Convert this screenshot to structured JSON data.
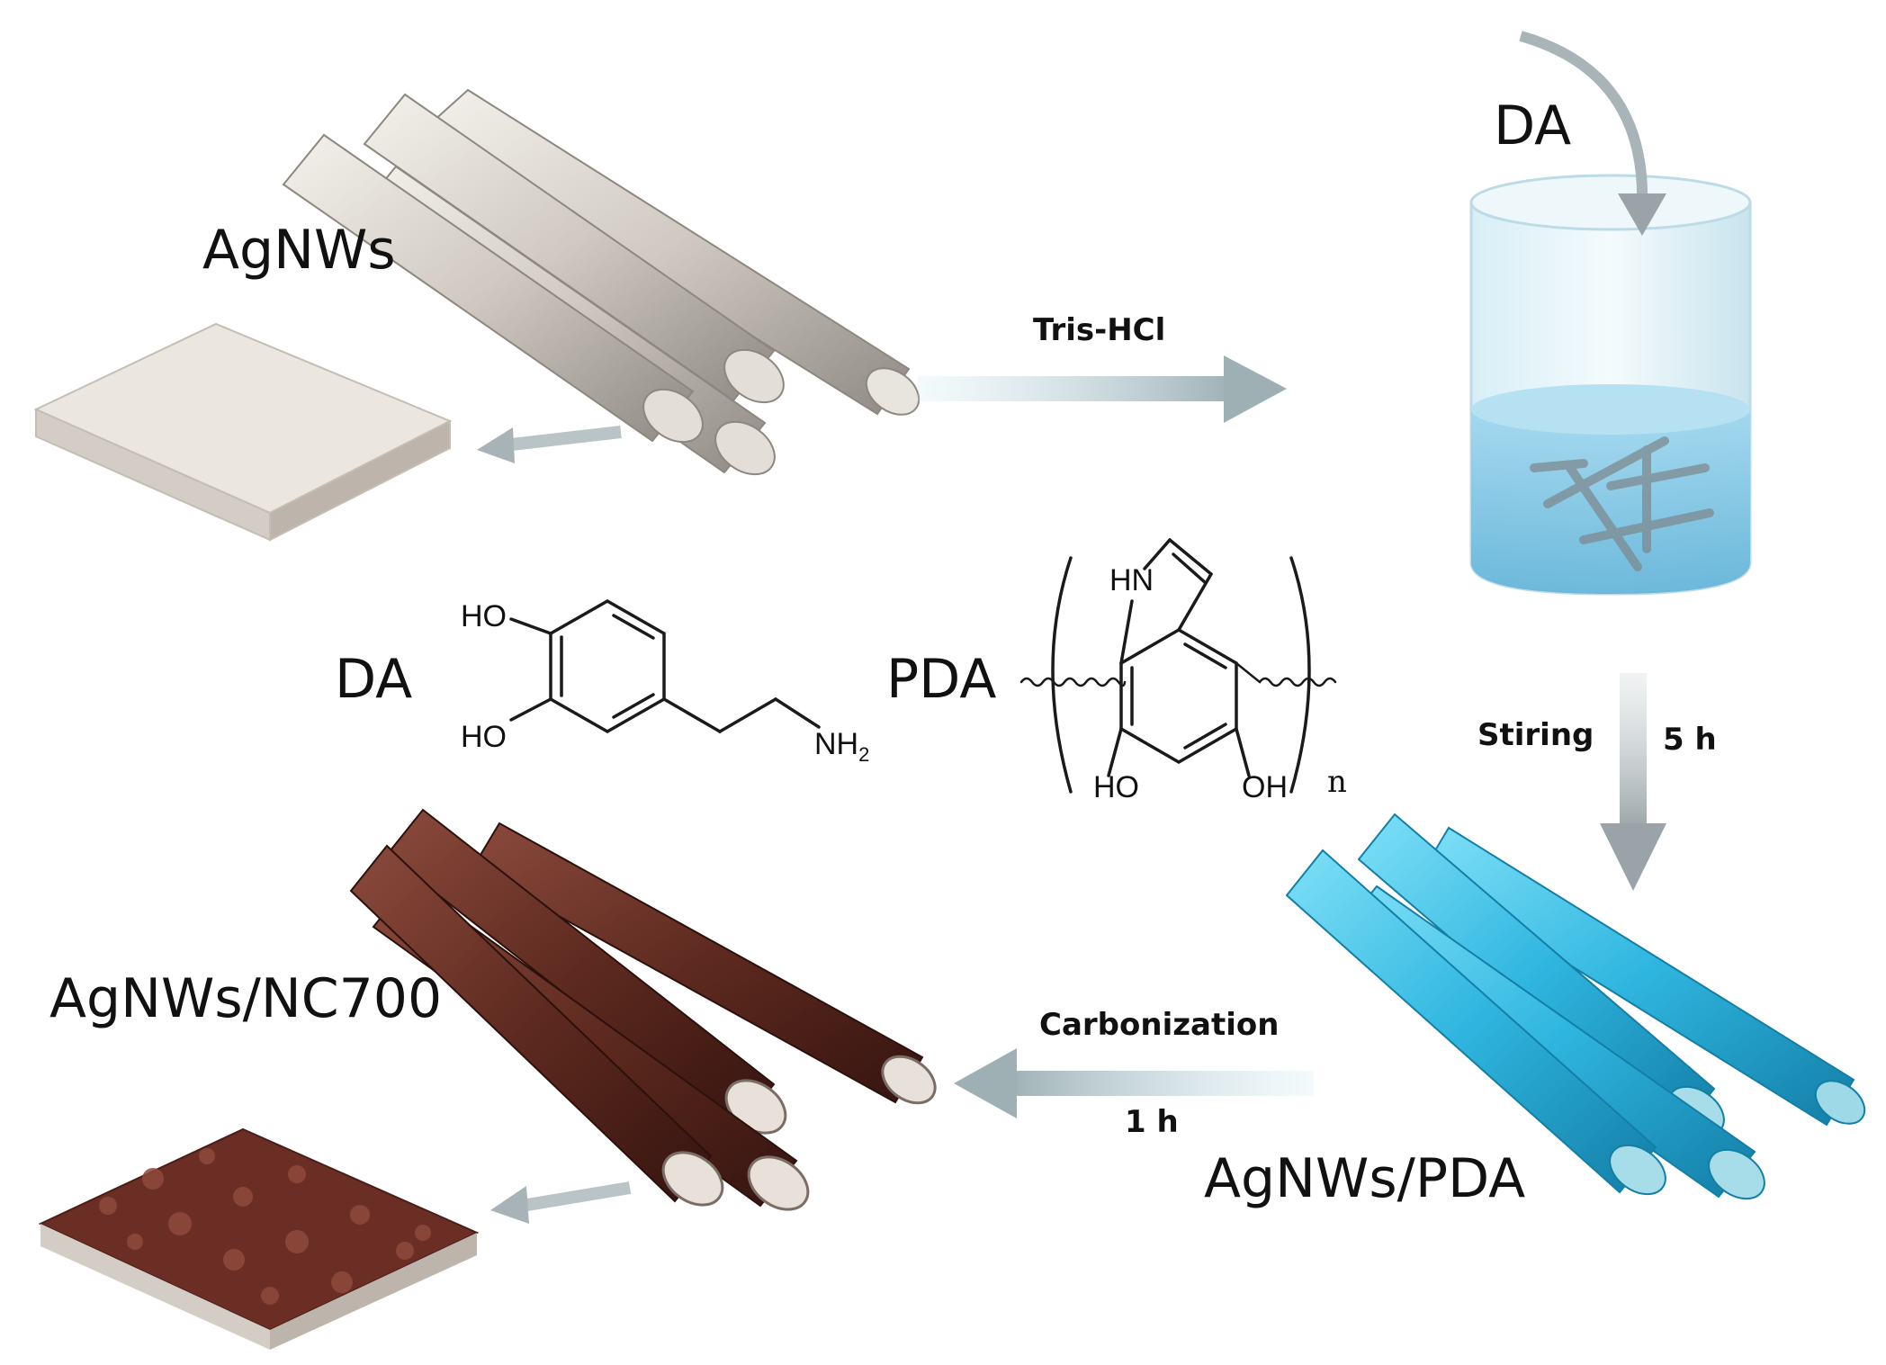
{
  "labels": {
    "agnws": "AgNWs",
    "da_top": "DA",
    "da_mid": "DA",
    "pda": "PDA",
    "agnws_pda": "AgNWs/PDA",
    "agnws_nc700": "AgNWs/NC700"
  },
  "steps": {
    "tris": "Tris-HCl",
    "stirring": "Stiring",
    "stir_time": "5 h",
    "carbonization": "Carbonization",
    "carb_time": "1 h"
  },
  "molecule": {
    "ho1": "HO",
    "ho2": "HO",
    "nh": "NH",
    "nh_sub": "2",
    "hn": "HN",
    "ho_pda": "HO",
    "oh_pda": "OH",
    "n": "n"
  },
  "colors": {
    "silver": "#d9d4cd",
    "pda_blue": "#2fb6e0",
    "carbon_brown": "#5e2a1f",
    "water": "#8ecde8",
    "arrow": "#a9b4b8"
  }
}
